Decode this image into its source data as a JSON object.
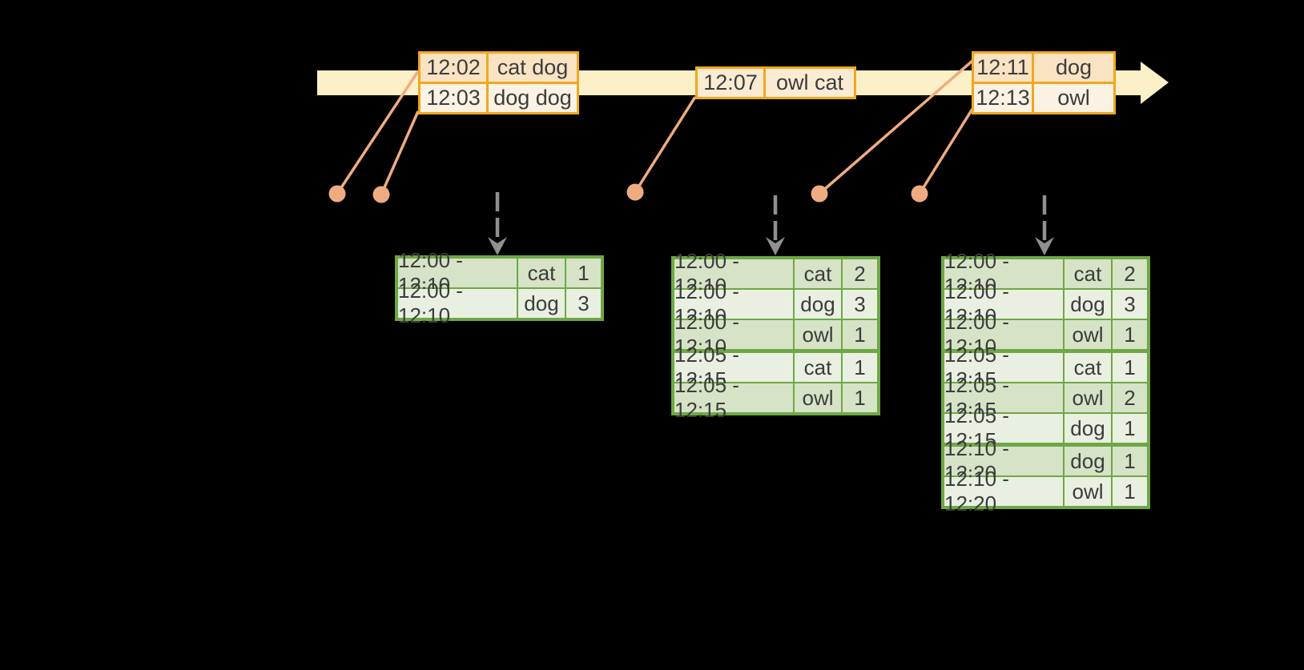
{
  "colors": {
    "background": "#000000",
    "timeline_fill": "#FBF0C8",
    "event_border": "#F0A81E",
    "event_row_dark": "#FAE3C3",
    "event_row_light": "#FCF2E4",
    "event_row_mid": "#FBEBD3",
    "connector": "#F0AC81",
    "trigger_arrow": "#909090",
    "result_border": "#6EA846",
    "result_row_dark": "#D6E3C6",
    "result_row_light": "#E9F0E2",
    "text": "#3C3C3C"
  },
  "event_tables": [
    {
      "name": "events-12-02",
      "rows": [
        [
          "12:02",
          "cat dog"
        ],
        [
          "12:03",
          "dog dog"
        ]
      ]
    },
    {
      "name": "events-12-07",
      "rows": [
        [
          "12:07",
          "owl cat"
        ]
      ]
    },
    {
      "name": "events-12-11",
      "rows": [
        [
          "12:11",
          "dog"
        ],
        [
          "12:13",
          "owl"
        ]
      ]
    }
  ],
  "result_tables": [
    {
      "name": "result-table-1",
      "rows": [
        [
          "12:00 - 12:10",
          "cat",
          "1"
        ],
        [
          "12:00 - 12:10",
          "dog",
          "3"
        ]
      ]
    },
    {
      "name": "result-table-2",
      "rows": [
        [
          "12:00 - 12:10",
          "cat",
          "2"
        ],
        [
          "12:00 - 12:10",
          "dog",
          "3"
        ],
        [
          "12:00 - 12:10",
          "owl",
          "1"
        ],
        [
          "12:05 - 12:15",
          "cat",
          "1"
        ],
        [
          "12:05 - 12:15",
          "owl",
          "1"
        ]
      ]
    },
    {
      "name": "result-table-3",
      "rows": [
        [
          "12:00 - 12:10",
          "cat",
          "2"
        ],
        [
          "12:00 - 12:10",
          "dog",
          "3"
        ],
        [
          "12:00 - 12:10",
          "owl",
          "1"
        ],
        [
          "12:05 - 12:15",
          "cat",
          "1"
        ],
        [
          "12:05 - 12:15",
          "owl",
          "2"
        ],
        [
          "12:05 - 12:15",
          "dog",
          "1"
        ],
        [
          "12:10 - 12:20",
          "dog",
          "1"
        ],
        [
          "12:10 - 12:20",
          "owl",
          "1"
        ]
      ]
    }
  ]
}
